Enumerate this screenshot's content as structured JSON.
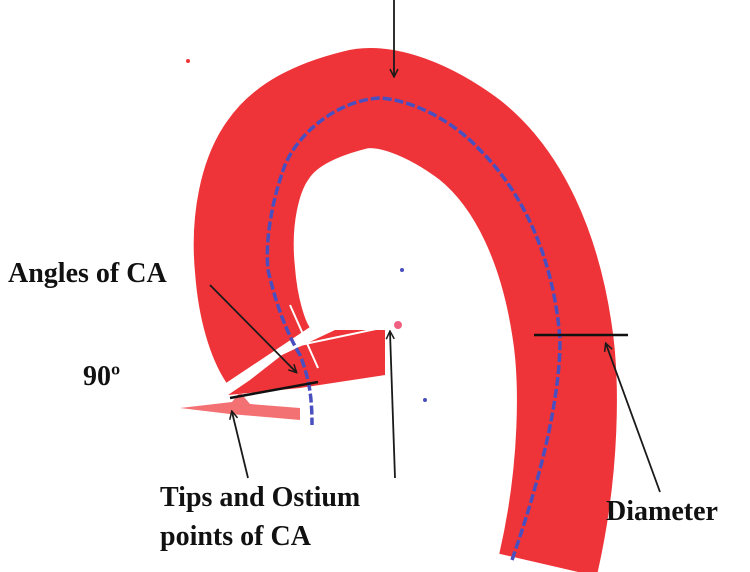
{
  "figure": {
    "labels": {
      "angles": "Angles of CA",
      "ninety": "90º",
      "tips_line1": "Tips and Ostium",
      "tips_line2": "points of CA",
      "diameter": "Diameter"
    },
    "colors": {
      "vessel": "#ee3438",
      "vessel_edge": "#f2585b",
      "centerline": "#4a4fbf",
      "arrow": "#1a1a1a",
      "angle_line": "#ffffff"
    }
  }
}
